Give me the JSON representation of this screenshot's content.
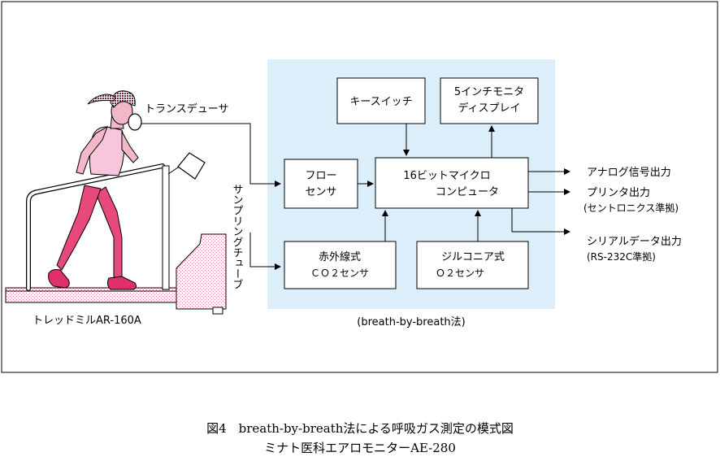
{
  "diagram": {
    "treadmill_label": "トレッドミルAR-160A",
    "transducer_label": "トランスデューサ",
    "sampling_tube_label": "サンプリングチューブ",
    "system_label": "(breath-by-breath法)",
    "boxes": {
      "key_switch": "キースイッチ",
      "monitor_line1": "5インチモニタ",
      "monitor_line2": "ディスプレイ",
      "flow_line1": "フロー",
      "flow_line2": "センサ",
      "computer_line1": "16ビットマイクロ",
      "computer_line2": "コンピュータ",
      "co2_line1": "赤外線式",
      "co2_line2": "ＣＯ２センサ",
      "o2_line1": "ジルコニア式",
      "o2_line2": "Ｏ２センサ"
    },
    "outputs": {
      "analog": "アナログ信号出力",
      "printer_line1": "プリンタ出力",
      "printer_line2": "(セントロニクス準拠)",
      "serial_line1": "シリアルデータ出力",
      "serial_line2": "(RS-232C準拠)"
    }
  },
  "caption": {
    "line1": "図4　breath-by-breath法による呼吸ガス測定の模式図",
    "line2": "ミナト医科エアロモニターAE-280"
  },
  "colors": {
    "system_bg": "#dbeefa",
    "dot_pink": "#e07a99",
    "skin": "#f2b8c8",
    "shoe": "#e0306a",
    "pants": "#e8487a",
    "shirt": "#f7c6dc"
  }
}
